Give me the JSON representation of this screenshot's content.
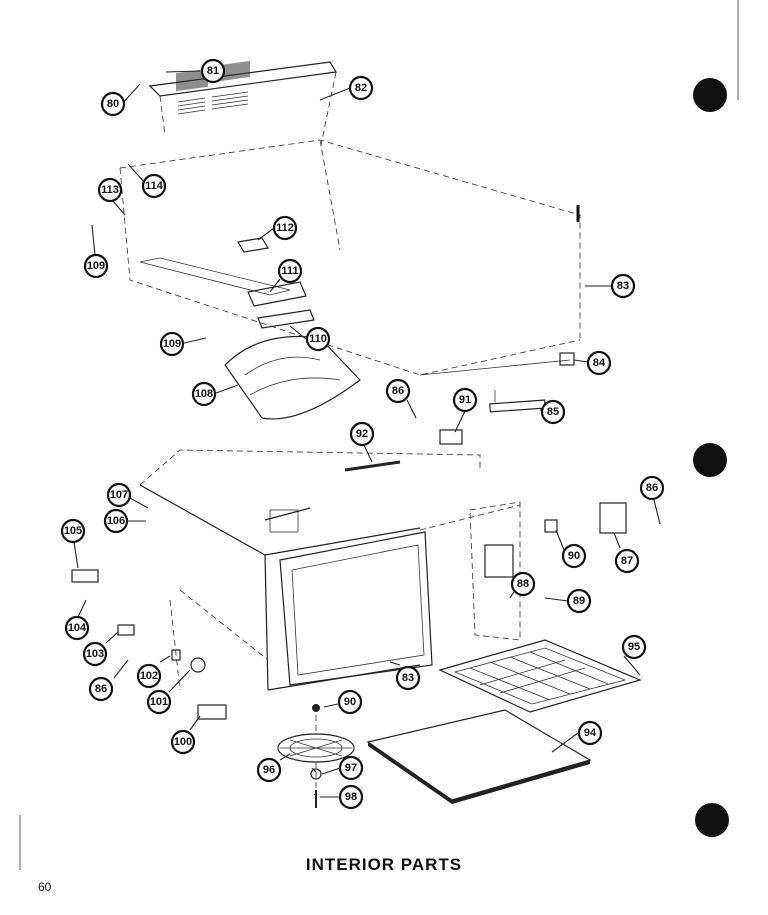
{
  "page": {
    "title": "INTERIOR PARTS",
    "page_number": "60"
  },
  "callouts": [
    {
      "id": "c81",
      "label": "81"
    },
    {
      "id": "c80",
      "label": "80"
    },
    {
      "id": "c82",
      "label": "82"
    },
    {
      "id": "c114",
      "label": "114"
    },
    {
      "id": "c113",
      "label": "113"
    },
    {
      "id": "c112",
      "label": "112"
    },
    {
      "id": "c109a",
      "label": "109"
    },
    {
      "id": "c111",
      "label": "111"
    },
    {
      "id": "c83a",
      "label": "83"
    },
    {
      "id": "c109b",
      "label": "109"
    },
    {
      "id": "c110",
      "label": "110"
    },
    {
      "id": "c84",
      "label": "84"
    },
    {
      "id": "c108a",
      "label": "108"
    },
    {
      "id": "c86a",
      "label": "86"
    },
    {
      "id": "c91",
      "label": "91"
    },
    {
      "id": "c85",
      "label": "85"
    },
    {
      "id": "c92",
      "label": "92"
    },
    {
      "id": "c107",
      "label": "107"
    },
    {
      "id": "c86b",
      "label": "86"
    },
    {
      "id": "c106",
      "label": "106"
    },
    {
      "id": "c105",
      "label": "105"
    },
    {
      "id": "c90a",
      "label": "90"
    },
    {
      "id": "c87",
      "label": "87"
    },
    {
      "id": "c88",
      "label": "88"
    },
    {
      "id": "c89",
      "label": "89"
    },
    {
      "id": "c104",
      "label": "104"
    },
    {
      "id": "c95",
      "label": "95"
    },
    {
      "id": "c103",
      "label": "103"
    },
    {
      "id": "c102",
      "label": "102"
    },
    {
      "id": "c83b",
      "label": "83"
    },
    {
      "id": "c86c",
      "label": "86"
    },
    {
      "id": "c101",
      "label": "101"
    },
    {
      "id": "c90b",
      "label": "90"
    },
    {
      "id": "c100",
      "label": "100"
    },
    {
      "id": "c94",
      "label": "94"
    },
    {
      "id": "c96",
      "label": "96"
    },
    {
      "id": "c97",
      "label": "97"
    },
    {
      "id": "c98",
      "label": "98"
    }
  ]
}
